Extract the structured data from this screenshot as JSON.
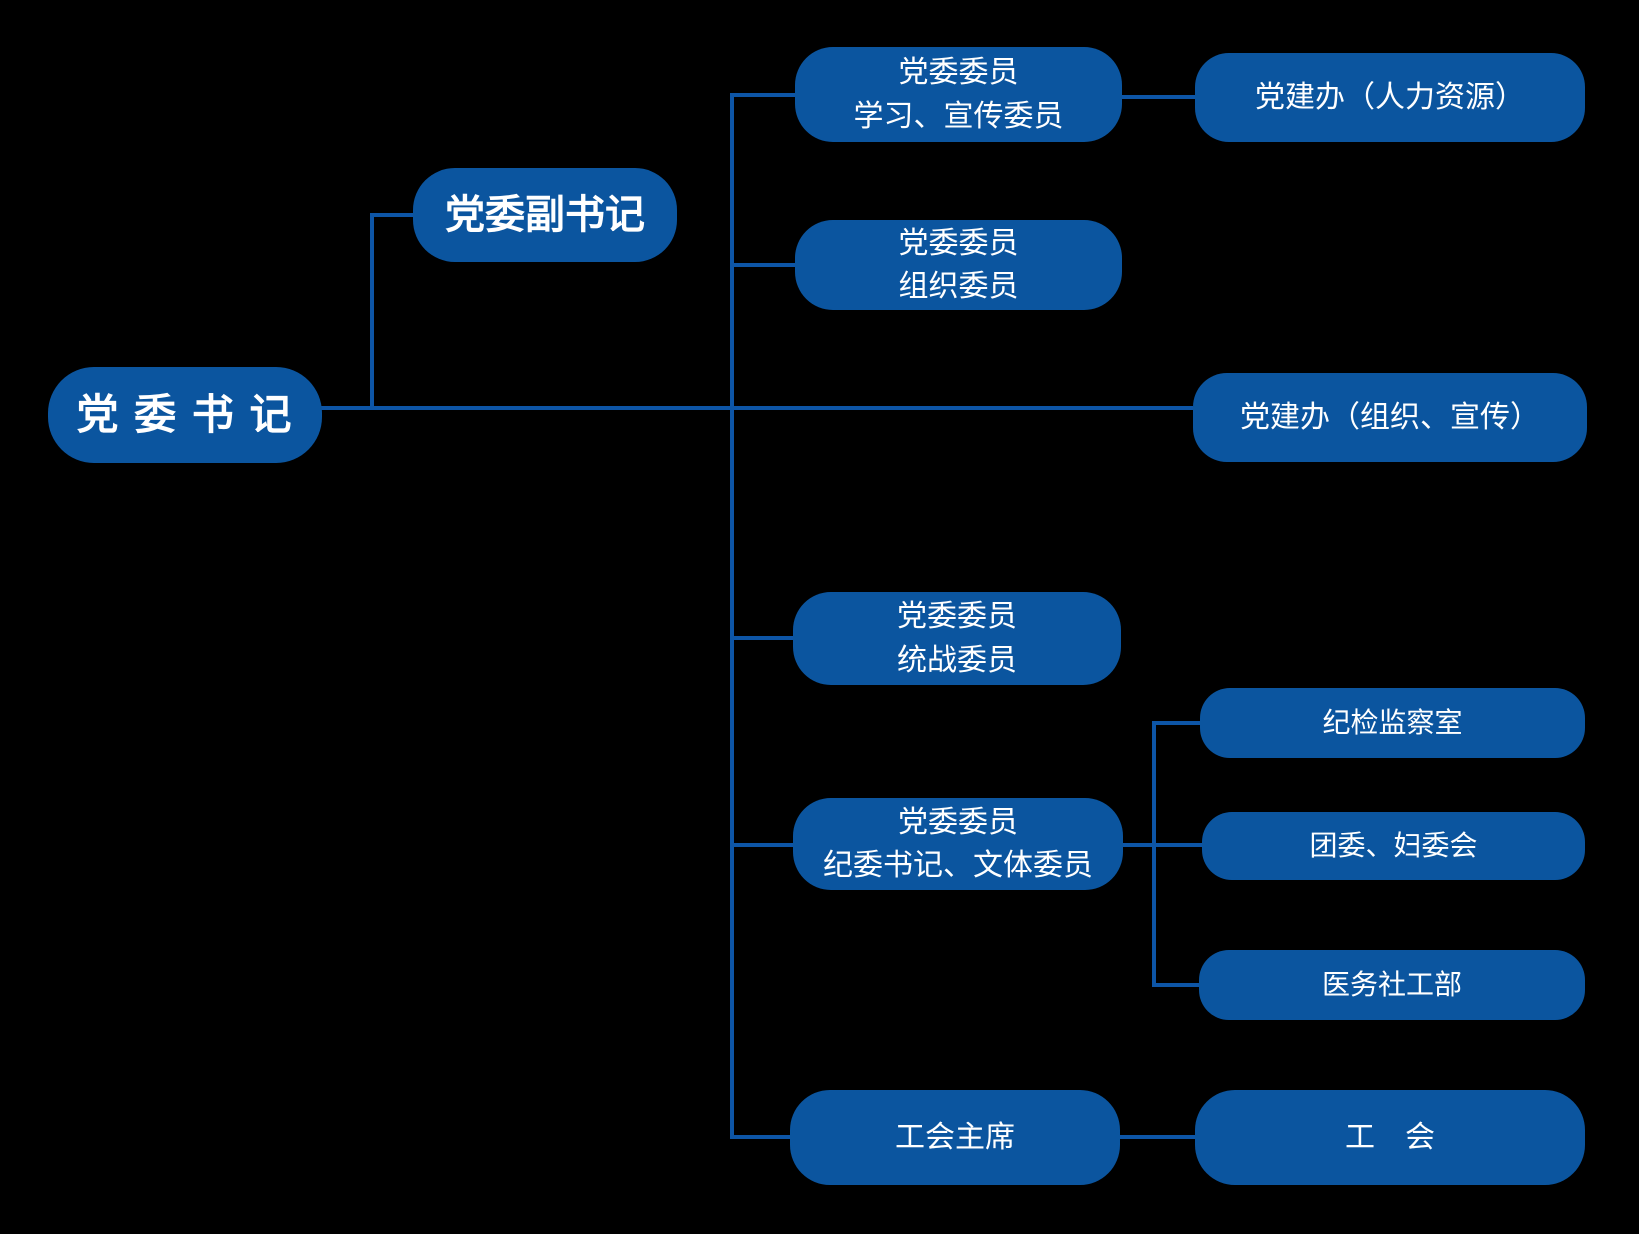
{
  "colors": {
    "background": "#000000",
    "node_fill": "#0B559F",
    "connector": "#0D55A6",
    "text_color": "#FFFFFF"
  },
  "org": {
    "secretary": {
      "label": "党 委 书 记"
    },
    "deputy_secretary": {
      "label": "党委副书记"
    },
    "members": [
      {
        "role": "党委委员",
        "duty": "学习、宣传委员",
        "department": "党建办（人力资源）"
      },
      {
        "role": "党委委员",
        "duty": "组织委员"
      },
      {
        "role": "党委委员",
        "duty": "统战委员"
      },
      {
        "role": "党委委员",
        "duty": "纪委书记、文体委员",
        "departments": [
          "纪检监察室",
          "团委、妇委会",
          "医务社工部"
        ]
      }
    ],
    "department_org_publicity": {
      "label": "党建办（组织、宣传）"
    },
    "union": {
      "chairman": "工会主席",
      "department": "工　会"
    }
  }
}
